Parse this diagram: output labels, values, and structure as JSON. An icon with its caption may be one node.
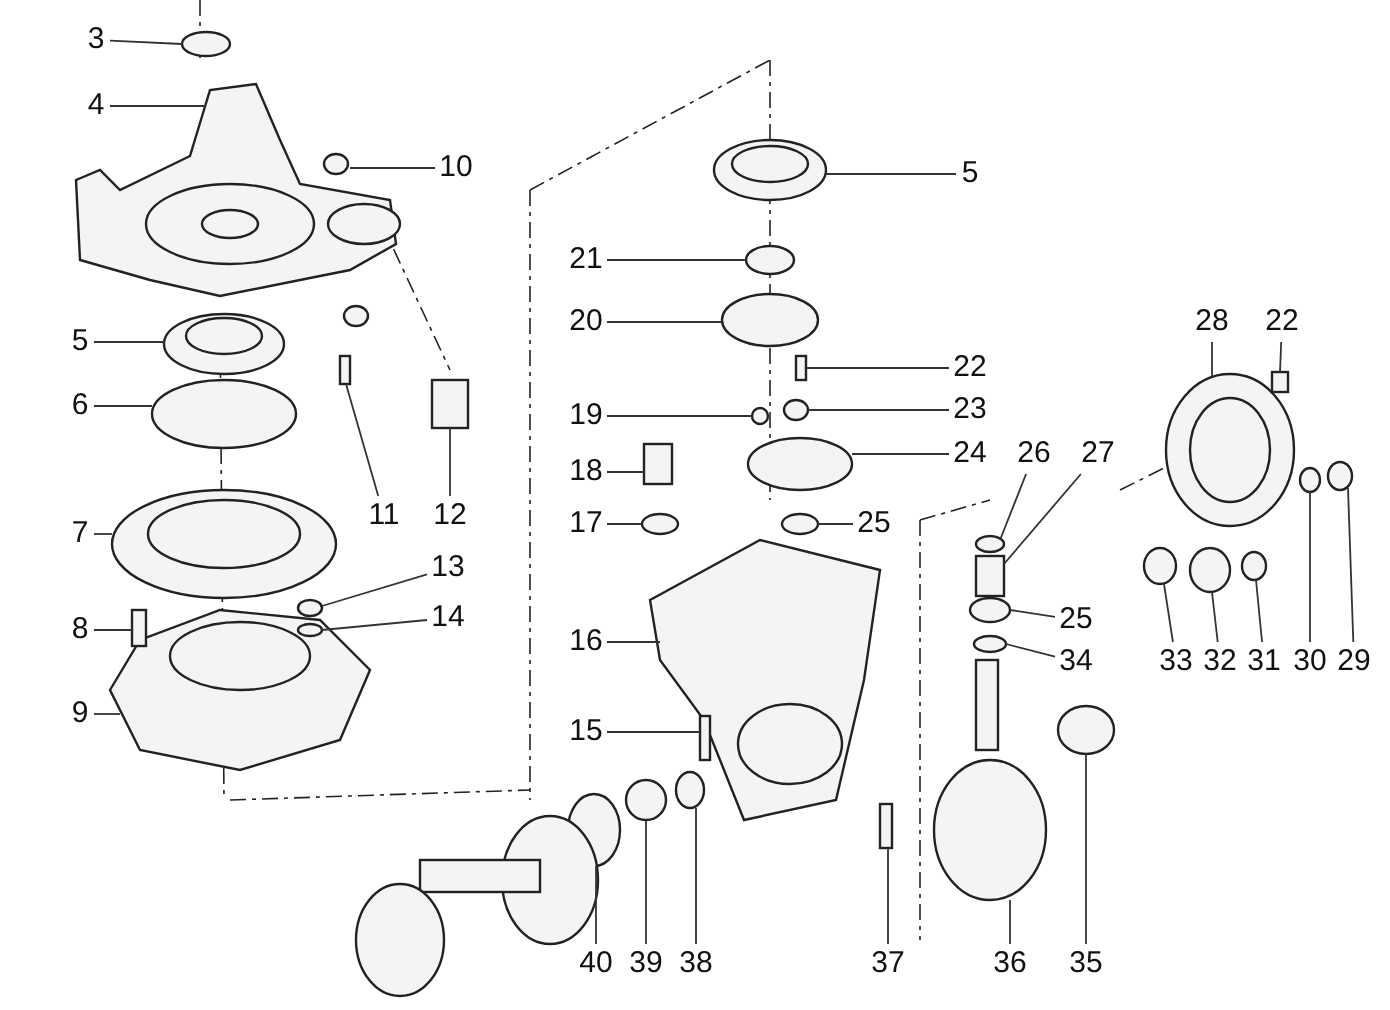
{
  "diagram": {
    "nodes": [
      {
        "text": [
          "3"
        ]
      },
      {
        "text": [
          "4"
        ]
      },
      {
        "text": [
          "10"
        ]
      },
      {
        "text": [
          "5"
        ]
      },
      {
        "text": [
          "21"
        ]
      },
      {
        "text": [
          "20"
        ]
      },
      {
        "text": [
          "22"
        ]
      },
      {
        "text": [
          "5"
        ]
      },
      {
        "text": [
          "6"
        ]
      },
      {
        "text": [
          "11"
        ]
      },
      {
        "text": [
          "12"
        ]
      },
      {
        "text": [
          "19"
        ]
      },
      {
        "text": [
          "23"
        ]
      },
      {
        "text": [
          "24"
        ]
      },
      {
        "text": [
          "28"
        ]
      },
      {
        "text": [
          "22"
        ]
      },
      {
        "text": [
          "18"
        ]
      },
      {
        "text": [
          "26"
        ]
      },
      {
        "text": [
          "27"
        ]
      },
      {
        "text": [
          "7"
        ]
      },
      {
        "text": [
          "17"
        ]
      },
      {
        "text": [
          "25"
        ]
      },
      {
        "text": [
          "13"
        ]
      },
      {
        "text": [
          "14"
        ]
      },
      {
        "text": [
          "8"
        ]
      },
      {
        "text": [
          "16"
        ]
      },
      {
        "text": [
          "25"
        ]
      },
      {
        "text": [
          "34"
        ]
      },
      {
        "text": [
          "33"
        ]
      },
      {
        "text": [
          "32"
        ]
      },
      {
        "text": [
          "31"
        ]
      },
      {
        "text": [
          "30"
        ]
      },
      {
        "text": [
          "29"
        ]
      },
      {
        "text": [
          "9"
        ]
      },
      {
        "text": [
          "15"
        ]
      },
      {
        "text": [
          "40"
        ]
      },
      {
        "text": [
          "39"
        ]
      },
      {
        "text": [
          "38"
        ]
      },
      {
        "text": [
          "37"
        ]
      },
      {
        "text": [
          "36"
        ]
      },
      {
        "text": [
          "35"
        ]
      }
    ],
    "edges": [
      {
        "from": 0,
        "to": null,
        "arrow": "none"
      },
      {
        "from": 1,
        "to": null,
        "arrow": "none"
      },
      {
        "from": 2,
        "to": null,
        "arrow": "none"
      },
      {
        "from": 3,
        "to": null,
        "arrow": "none"
      },
      {
        "from": 4,
        "to": null,
        "arrow": "none"
      },
      {
        "from": 5,
        "to": null,
        "arrow": "none"
      },
      {
        "from": 6,
        "to": null,
        "arrow": "none"
      },
      {
        "from": 7,
        "to": null,
        "arrow": "none"
      },
      {
        "from": 8,
        "to": null,
        "arrow": "none"
      },
      {
        "from": 9,
        "to": null,
        "arrow": "none"
      },
      {
        "from": 10,
        "to": null,
        "arrow": "none"
      },
      {
        "from": 11,
        "to": null,
        "arrow": "none"
      },
      {
        "from": 12,
        "to": null,
        "arrow": "none"
      },
      {
        "from": 13,
        "to": null,
        "arrow": "none"
      },
      {
        "from": 14,
        "to": null,
        "arrow": "none"
      },
      {
        "from": 15,
        "to": null,
        "arrow": "none"
      },
      {
        "from": 16,
        "to": null,
        "arrow": "none"
      },
      {
        "from": 17,
        "to": null,
        "arrow": "none"
      },
      {
        "from": 18,
        "to": null,
        "arrow": "none"
      },
      {
        "from": 19,
        "to": null,
        "arrow": "none"
      },
      {
        "from": 20,
        "to": null,
        "arrow": "none"
      },
      {
        "from": 21,
        "to": null,
        "arrow": "none"
      },
      {
        "from": 22,
        "to": null,
        "arrow": "none"
      },
      {
        "from": 23,
        "to": null,
        "arrow": "none"
      },
      {
        "from": 24,
        "to": null,
        "arrow": "none"
      },
      {
        "from": 25,
        "to": null,
        "arrow": "none"
      },
      {
        "from": 26,
        "to": null,
        "arrow": "none"
      },
      {
        "from": 27,
        "to": null,
        "arrow": "none"
      },
      {
        "from": 28,
        "to": null,
        "arrow": "none"
      },
      {
        "from": 29,
        "to": null,
        "arrow": "none"
      },
      {
        "from": 30,
        "to": null,
        "arrow": "none"
      },
      {
        "from": 31,
        "to": null,
        "arrow": "none"
      },
      {
        "from": 32,
        "to": null,
        "arrow": "none"
      },
      {
        "from": 33,
        "to": null,
        "arrow": "none"
      },
      {
        "from": 34,
        "to": null,
        "arrow": "none"
      },
      {
        "from": 35,
        "to": null,
        "arrow": "none"
      },
      {
        "from": 36,
        "to": null,
        "arrow": "none"
      },
      {
        "from": 37,
        "to": null,
        "arrow": "none"
      },
      {
        "from": 38,
        "to": null,
        "arrow": "none"
      },
      {
        "from": 39,
        "to": null,
        "arrow": "none"
      },
      {
        "from": 40,
        "to": null,
        "arrow": "none"
      }
    ]
  }
}
